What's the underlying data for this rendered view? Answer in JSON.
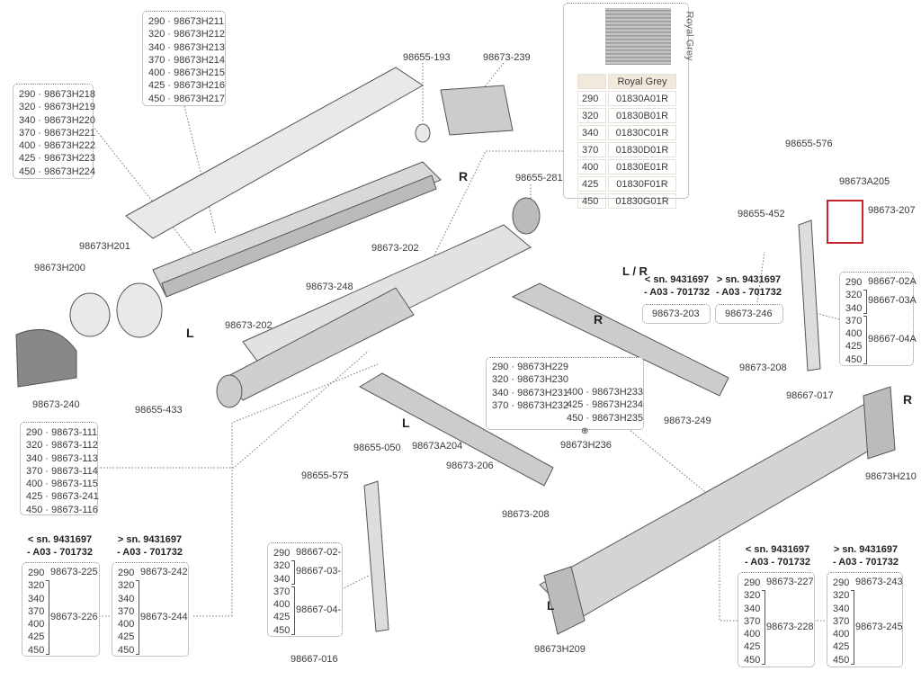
{
  "top_box": [
    "290 · 98673H211",
    "320 · 98673H212",
    "340 · 98673H213",
    "370 · 98673H214",
    "400 · 98673H215",
    "425 · 98673H216",
    "450 · 98673H217"
  ],
  "left_box": [
    "290 · 98673H218",
    "320 · 98673H219",
    "340 · 98673H220",
    "370 · 98673H221",
    "400 · 98673H222",
    "425 · 98673H223",
    "450 · 98673H224"
  ],
  "fabric": {
    "swatch_label": "Royal Grey",
    "header": "Royal Grey",
    "rows": [
      [
        "290",
        "01830A01R"
      ],
      [
        "320",
        "01830B01R"
      ],
      [
        "340",
        "01830C01R"
      ],
      [
        "370",
        "01830D01R"
      ],
      [
        "400",
        "01830E01R"
      ],
      [
        "425",
        "01830F01R"
      ],
      [
        "450",
        "01830G01R"
      ]
    ]
  },
  "center_box": {
    "left": [
      "290 · 98673H229",
      "320 · 98673H230",
      "340 · 98673H231",
      "370 · 98673H232"
    ],
    "right": [
      "400 · 98673H233",
      "425 · 98673H234",
      "450 · 98673H235"
    ]
  },
  "motor_box": [
    "290 · 98673-111",
    "320 · 98673-112",
    "340 · 98673-113",
    "370 · 98673-114",
    "400 · 98673-115",
    "425 · 98673-241",
    "450 · 98673-116"
  ],
  "sizes": [
    "290",
    "320",
    "340",
    "370",
    "400",
    "425",
    "450"
  ],
  "leg_right": {
    "a": "98667-02A",
    "b": "98667-03A",
    "c": "98667-04A"
  },
  "leg_left": {
    "a": "98667-02-",
    "b": "98667-03-",
    "c": "98667-04-"
  },
  "sn_before": [
    "< sn. 9431697",
    "- A03 - 701732"
  ],
  "sn_after": [
    "> sn. 9431697",
    "- A03 - 701732"
  ],
  "arm_bl": {
    "a1": "98673-225",
    "a2": "98673-226",
    "b1": "98673-242",
    "b2": "98673-244"
  },
  "arm_br": {
    "a1": "98673-227",
    "a2": "98673-228",
    "b1": "98673-243",
    "b2": "98673-245"
  },
  "labels": {
    "p98655_193": "98655-193",
    "p98673_239": "98673-239",
    "p98655_281": "98655-281",
    "p98673H201": "98673H201",
    "p98673H200": "98673H200",
    "p98673_202a": "98673-202",
    "p98673_248": "98673-248",
    "p98673_202b": "98673-202",
    "p98673_240": "98673-240",
    "p98655_433": "98655-433",
    "p98655_576": "98655-576",
    "p98673A205": "98673A205",
    "p98655_452": "98655-452",
    "p98673_207": "98673-207",
    "p98673_203": "98673-203",
    "p98673_246": "98673-246",
    "p98673_208a": "98673-208",
    "p98667_017": "98667-017",
    "p98673H210": "98673H210",
    "p98673_249": "98673-249",
    "p98673H236": "98673H236",
    "p98655_050": "98655-050",
    "p98673A204": "98673A204",
    "p98673_206": "98673-206",
    "p98655_575": "98655-575",
    "p98673_208b": "98673-208",
    "p98673H209": "98673H209",
    "p98667_016": "98667-016"
  },
  "side": {
    "r": "R",
    "l": "L",
    "lr": "L / R"
  }
}
